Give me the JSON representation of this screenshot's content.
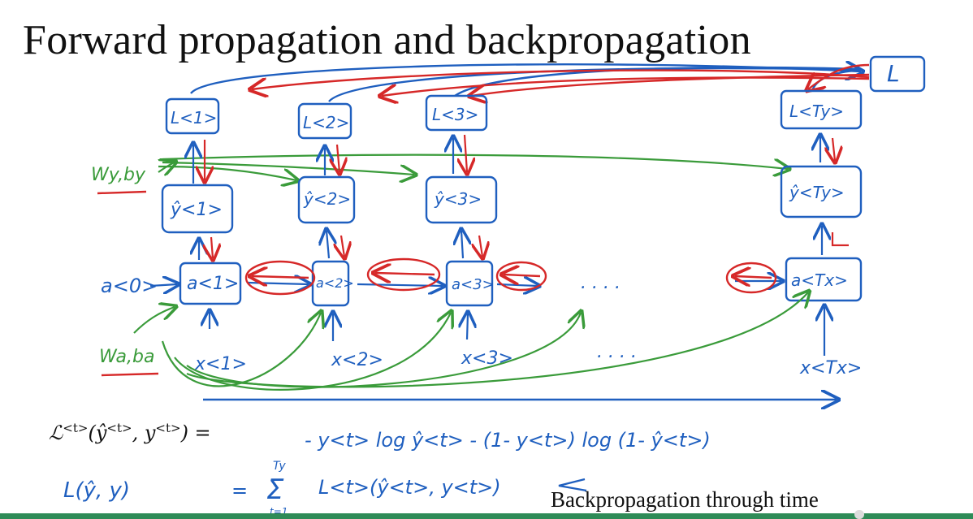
{
  "title": "Forward propagation and backpropagation",
  "footer": "Backpropagation through time",
  "labels": {
    "params_y": "Wy,by",
    "params_a": "Wa,ba",
    "a0": "a<0>",
    "loss_total_box": "L",
    "dots": ". . . ."
  },
  "loss_nodes": [
    "L<1>",
    "L<2>",
    "L<3>",
    "L<Ty>"
  ],
  "yhat_nodes": [
    "ŷ<1>",
    "ŷ<2>",
    "ŷ<3>",
    "ŷ<Ty>"
  ],
  "a_nodes": [
    "a<1>",
    "a<2>",
    "a<3>",
    "a<Tx>"
  ],
  "x_inputs": [
    "x<1>",
    "x<2>",
    "x<3>",
    "x<Tx>"
  ],
  "equation1": {
    "lhs_symbol": "ℒ",
    "lhs_sup": "<t>",
    "lhs_args": "(ŷ",
    "lhs_args_sup1": "<t>",
    "lhs_args_mid": ", y",
    "lhs_args_sup2": "<t>",
    "lhs_close": ") =",
    "rhs_handwritten": "- y<t> log ŷ<t> - (1- y<t>) log (1- ŷ<t>)"
  },
  "equation2": {
    "lhs": "L(ŷ, y)",
    "equals": "=",
    "sum_top": "Ty",
    "sum_bottom": "t=1",
    "rhs": "L<t>(ŷ<t>, y<t>)"
  },
  "colors": {
    "forward_blue": "#1f5fbf",
    "backward_red": "#d62828",
    "param_green": "#3a9b3a",
    "bar_green": "#2e8b57"
  }
}
